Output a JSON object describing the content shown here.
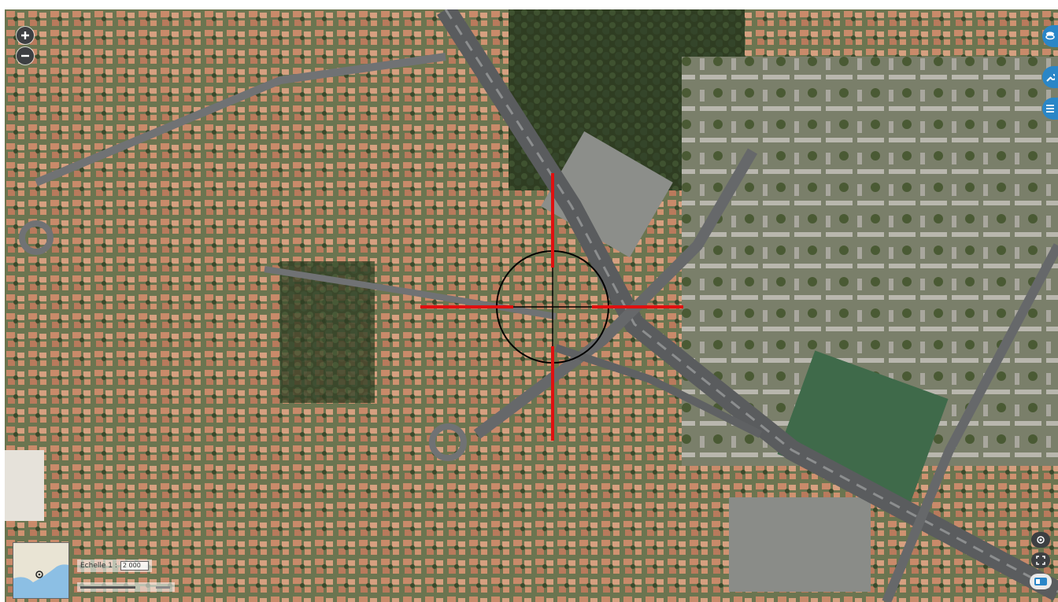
{
  "map": {
    "type": "aerial-orthophoto",
    "controls": {
      "zoom_in_icon": "plus-icon",
      "zoom_out_icon": "minus-icon",
      "right_tools": [
        "layers-icon",
        "wrench-icon",
        "legend-list-icon"
      ],
      "bottom_right_tools": [
        "locate-icon",
        "fullscreen-icon",
        "toggle-icon"
      ]
    },
    "scale": {
      "label": "Echelle 1 :",
      "value": "2 000"
    },
    "crosshair_color": "#e01010",
    "accent_color": "#2a86c7"
  }
}
